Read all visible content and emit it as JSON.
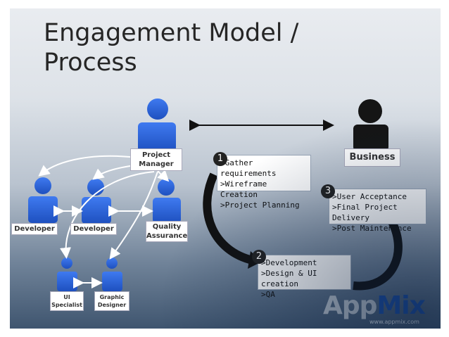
{
  "slide": {
    "title_line1": "Engagement Model /",
    "title_line2": "Process"
  },
  "roles": {
    "project_manager": "Project Manager",
    "business": "Business",
    "developer_1": "Developer",
    "developer_2": "Developer",
    "quality_assurance": "Quality Assurance",
    "ui_specialist": "UI Specialist",
    "graphic_designer": "Graphic Designer"
  },
  "steps": [
    {
      "number": "1",
      "lines": [
        ">Gather requirements",
        ">Wireframe Creation",
        ">Project Planning"
      ]
    },
    {
      "number": "2",
      "lines": [
        ">Development",
        ">Design & UI creation",
        ">QA"
      ]
    },
    {
      "number": "3",
      "lines": [
        ">User Acceptance",
        ">Final Project Delivery",
        ">Post Maintenance"
      ]
    }
  ],
  "logo": {
    "part1": "App",
    "part2": "Mix",
    "url": "www.appmix.com"
  },
  "colors": {
    "person_blue": "#2a64d6",
    "business_black": "#111111",
    "logo_blue": "#1b4fa8"
  }
}
